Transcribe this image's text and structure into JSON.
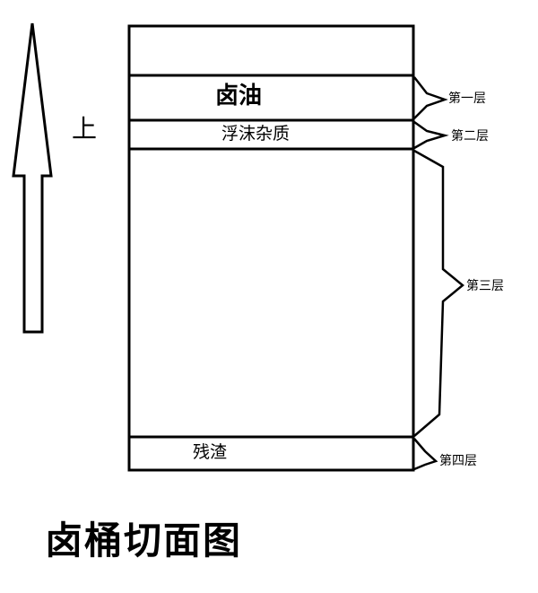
{
  "direction_label": "上",
  "layers": {
    "brine_oil": "卤油",
    "foam_impurities": "浮沫杂质",
    "residue": "残渣"
  },
  "brace_labels": [
    "第一层",
    "第二层",
    "第三层",
    "第四层"
  ],
  "title": "卤桶切面图"
}
